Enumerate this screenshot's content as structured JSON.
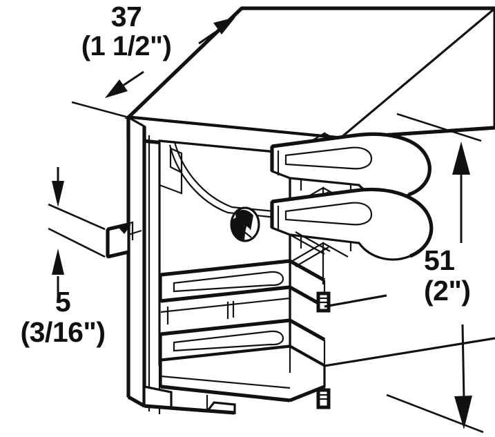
{
  "drawing": {
    "title": "Shelf support bracket isometric technical drawing",
    "type": "isometric-line-drawing",
    "line_color": "#111111",
    "fill_color": "#ffffff",
    "background": "#ffffff"
  },
  "dimensions": {
    "width": {
      "metric": "37",
      "imperial": "(1 1/2\")",
      "orientation": "diagonal-top-left",
      "arrow_style": "double-outward"
    },
    "height": {
      "metric": "51",
      "imperial": "(2\")",
      "orientation": "vertical-right",
      "arrow_style": "double-outward"
    },
    "thickness": {
      "metric": "5",
      "imperial": "(3/16\")",
      "orientation": "vertical-left",
      "arrow_style": "double-inward"
    }
  }
}
